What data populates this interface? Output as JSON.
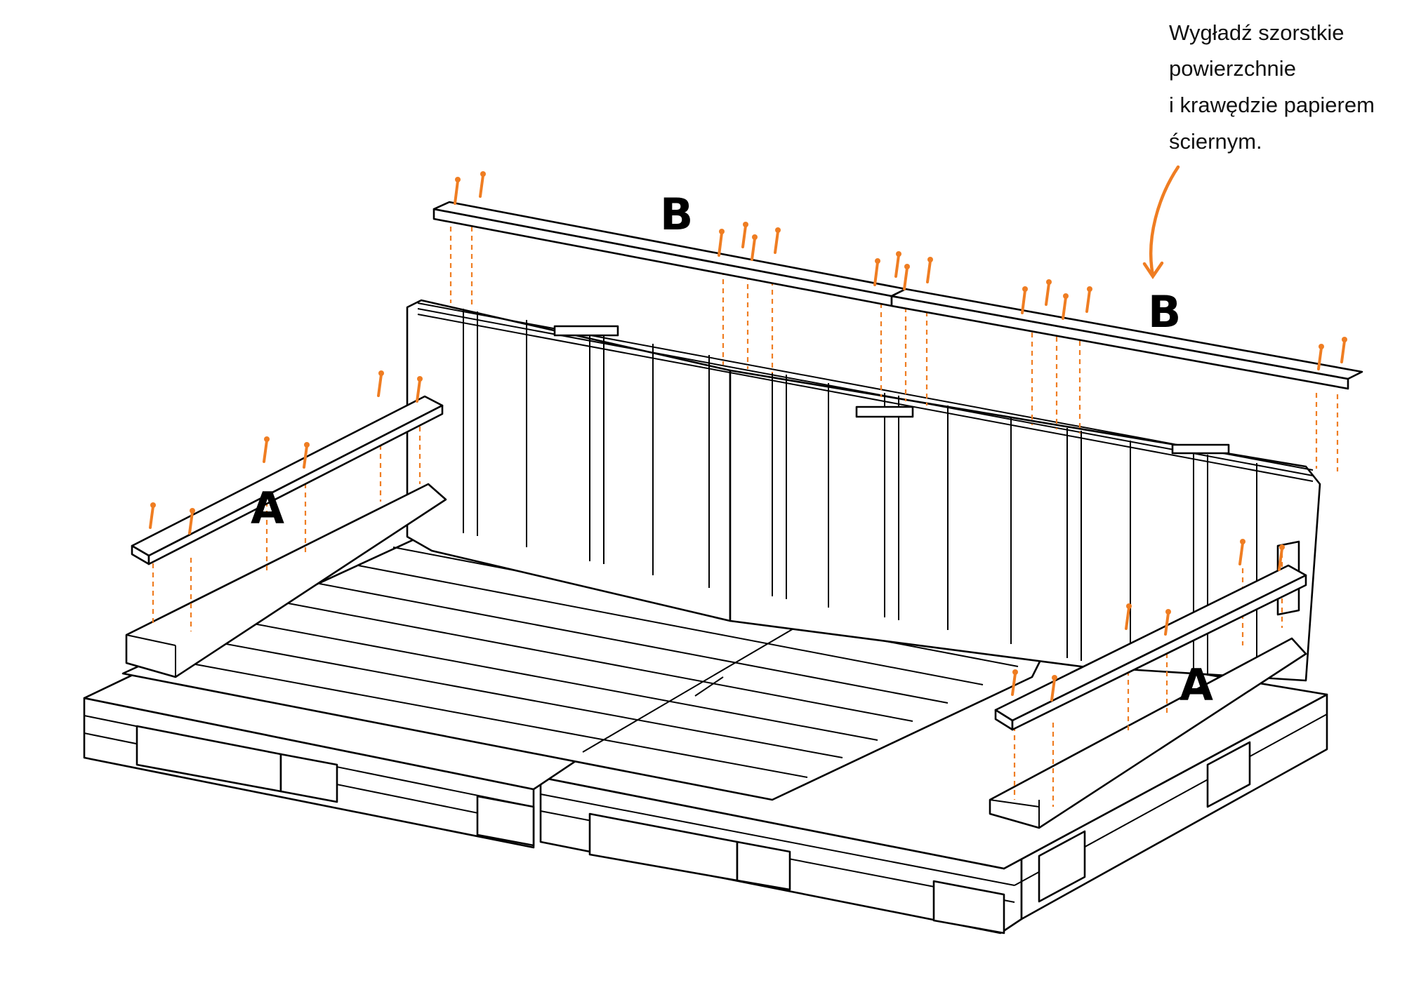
{
  "labels": {
    "armrest_left": "A",
    "armrest_right": "A",
    "backrest_top_left": "B",
    "backrest_top_right": "B"
  },
  "instruction": {
    "lines": [
      "Wygładź szorstkie",
      "powierzchnie",
      "i krawędzie papierem",
      "ściernym."
    ]
  },
  "colors": {
    "accent": "#ef7d22",
    "line": "#000000",
    "background": "#ffffff"
  }
}
